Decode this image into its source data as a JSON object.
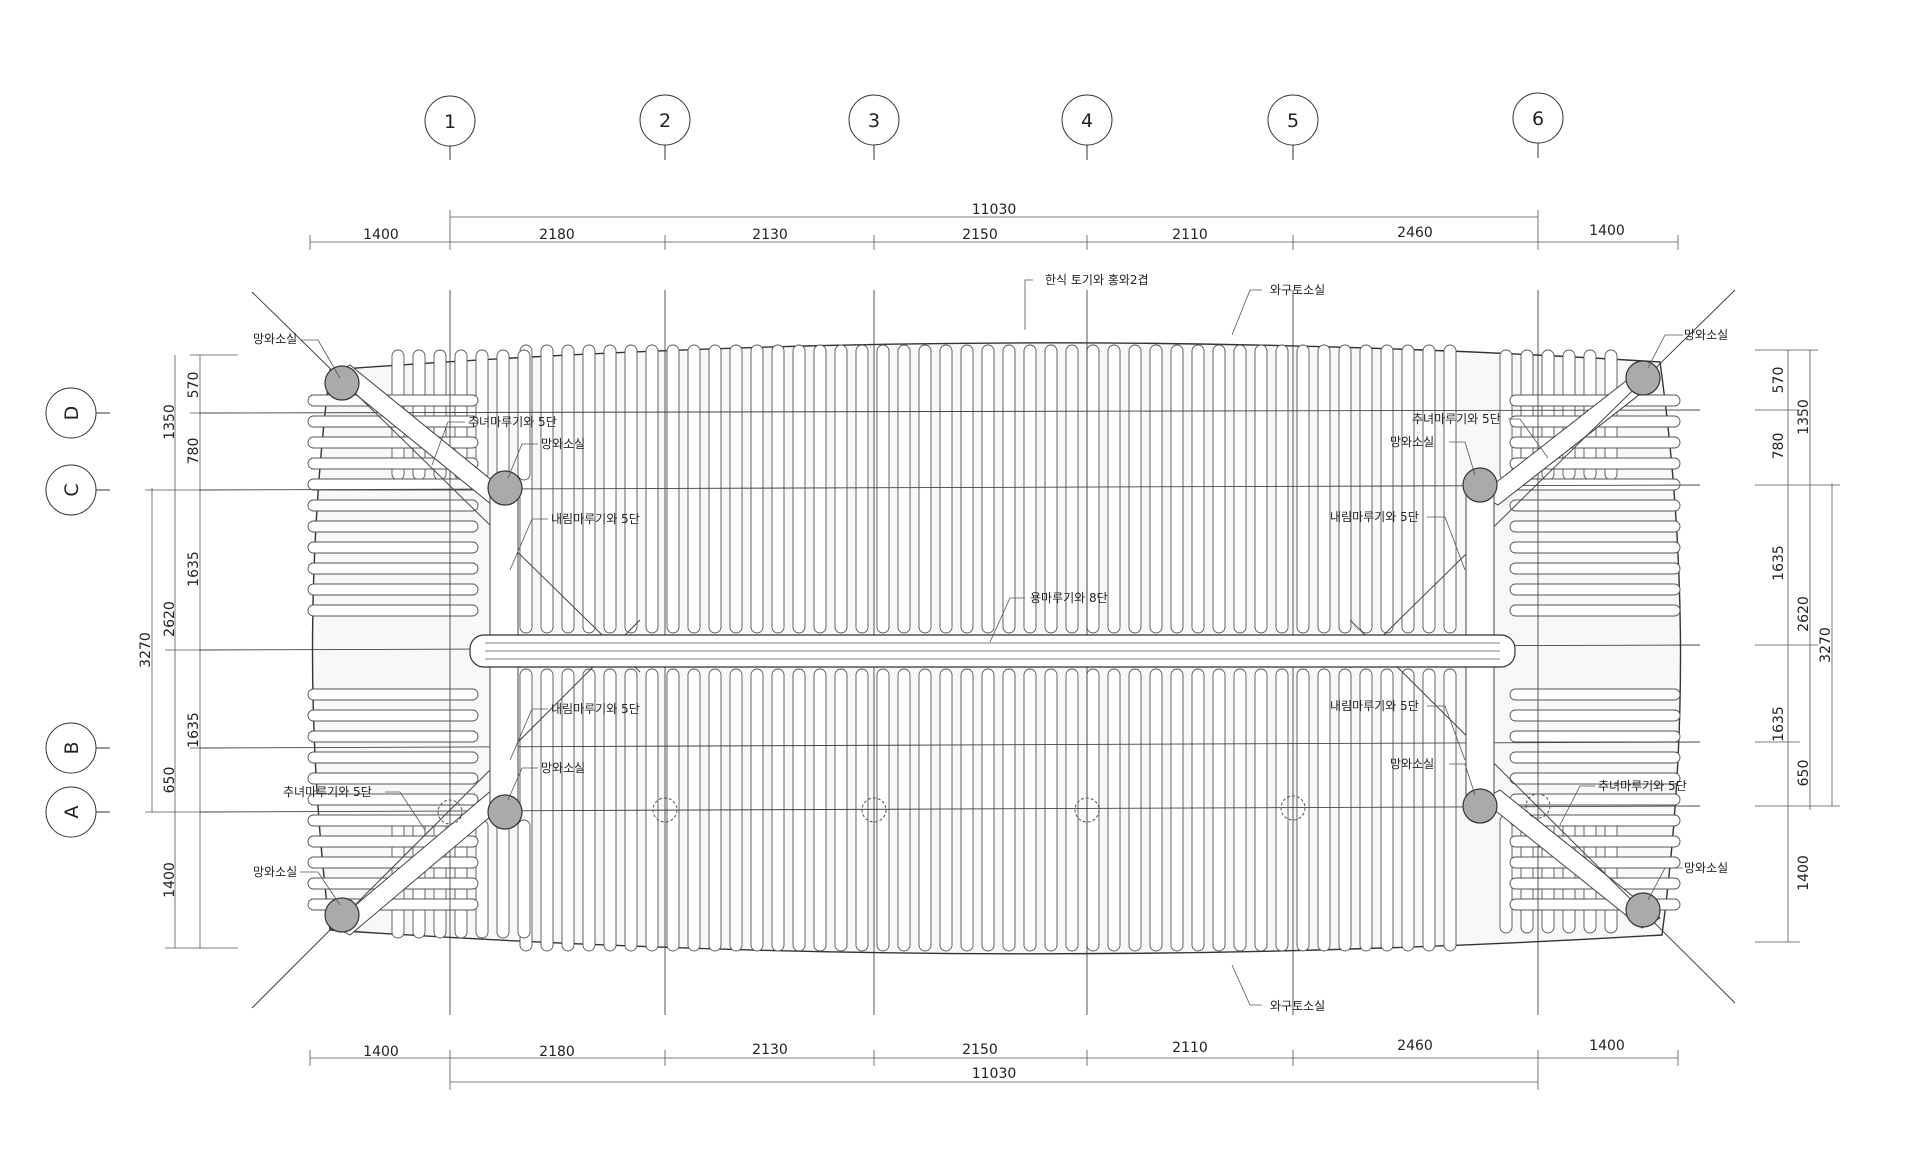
{
  "grid": {
    "columns": [
      "1",
      "2",
      "3",
      "4",
      "5",
      "6"
    ],
    "rows": [
      "D",
      "C",
      "B",
      "A"
    ]
  },
  "dimensions": {
    "top_total": "11030",
    "bottom_total": "11030",
    "top_segments": [
      "1400",
      "2180",
      "2130",
      "2150",
      "2110",
      "2460",
      "1400"
    ],
    "bottom_segments": [
      "1400",
      "2180",
      "2130",
      "2150",
      "2110",
      "2460",
      "1400"
    ],
    "left_inner": [
      "570",
      "780",
      "1635",
      "1635",
      "650",
      "1400"
    ],
    "left_mid": [
      "1350",
      "2620",
      "650",
      "1400"
    ],
    "left_outer": [
      "3270"
    ],
    "right_inner": [
      "570",
      "780",
      "1635",
      "1635",
      "650",
      "1400"
    ],
    "right_mid": [
      "1350",
      "2620"
    ],
    "right_outer": [
      "3270"
    ]
  },
  "labels": {
    "top_center": "한식 토기와 홍와2겹",
    "top_right": "와구토소실",
    "bottom": "와구토소실",
    "ridge": "용마루기와 8단",
    "tl_corner": "망와소실",
    "tl_hip": "추녀마루기와 5단",
    "tl_post": "망와소실",
    "tl_descend": "내림마루기와 5단",
    "bl_descend": "내림마루기와 5단",
    "bl_post": "망와소실",
    "bl_hip": "추녀마루기와 5단",
    "bl_corner": "망와소실",
    "tr_corner": "망와소실",
    "tr_hip": "추녀마루기와 5단",
    "tr_post": "망와소실",
    "tr_descend": "내림마루기와 5단",
    "br_descend": "내림마루기와 5단",
    "br_post": "망와소실",
    "br_hip": "추녀마루기와 5단",
    "br_corner": "망와소실"
  }
}
